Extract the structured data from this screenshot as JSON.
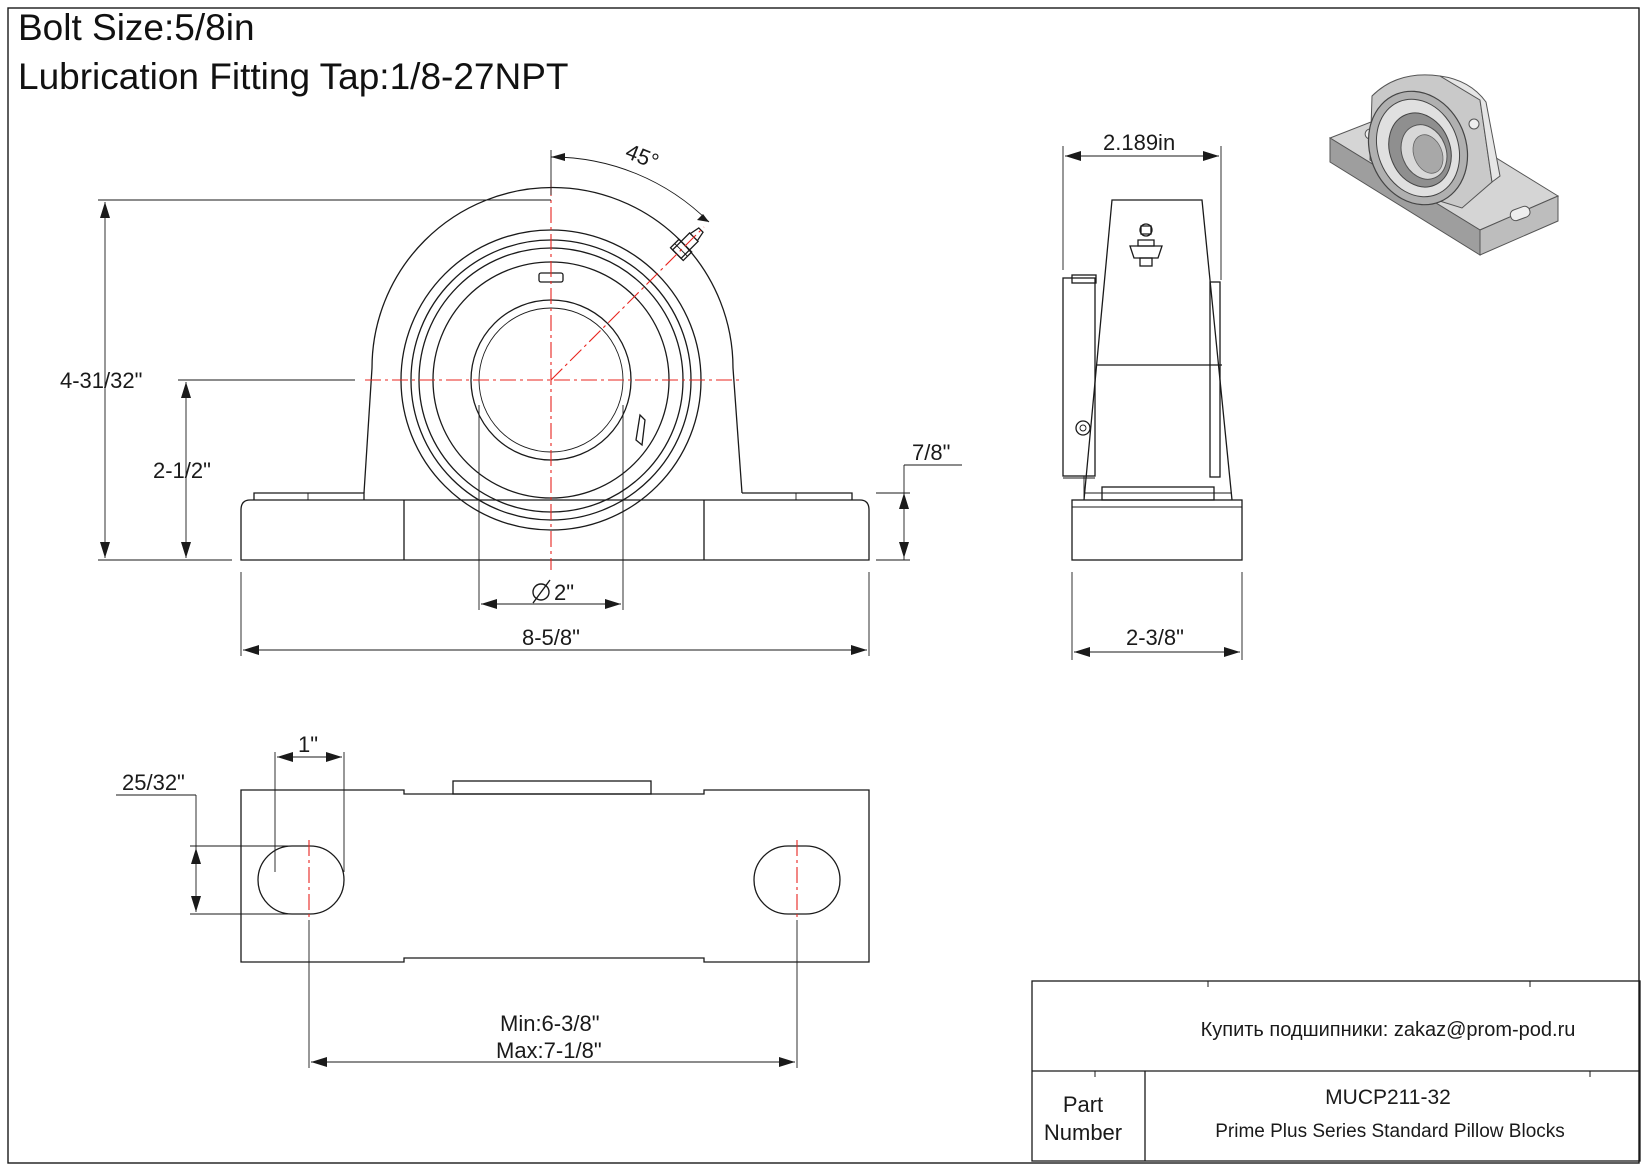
{
  "header": {
    "bolt_size": "Bolt Size:5/8in",
    "lube_fitting": "Lubrication Fitting Tap:1/8-27NPT"
  },
  "front_view": {
    "angle": "45°",
    "overall_height": "4-31/32\"",
    "center_height": "2-1/2\"",
    "base_thickness": "7/8\"",
    "bore": "2\"",
    "overall_length": "8-5/8\""
  },
  "side_view": {
    "width_top": "2.189in",
    "base_width": "2-3/8\""
  },
  "top_view": {
    "slot_length": "1\"",
    "slot_width": "25/32\"",
    "bolt_spacing_min": "Min:6-3/8\"",
    "bolt_spacing_max": "Max:7-1/8\""
  },
  "title_block": {
    "contact": "Купить подшипники: zakaz@prom-pod.ru",
    "part_label_line1": "Part",
    "part_label_line2": "Number",
    "part_number": "MUCP211-32",
    "description": "Prime Plus Series Standard Pillow Blocks"
  },
  "colors": {
    "line": "#1a1a1a",
    "centerline": "#e8251f"
  },
  "icons": {
    "bore": "diameter-symbol"
  }
}
